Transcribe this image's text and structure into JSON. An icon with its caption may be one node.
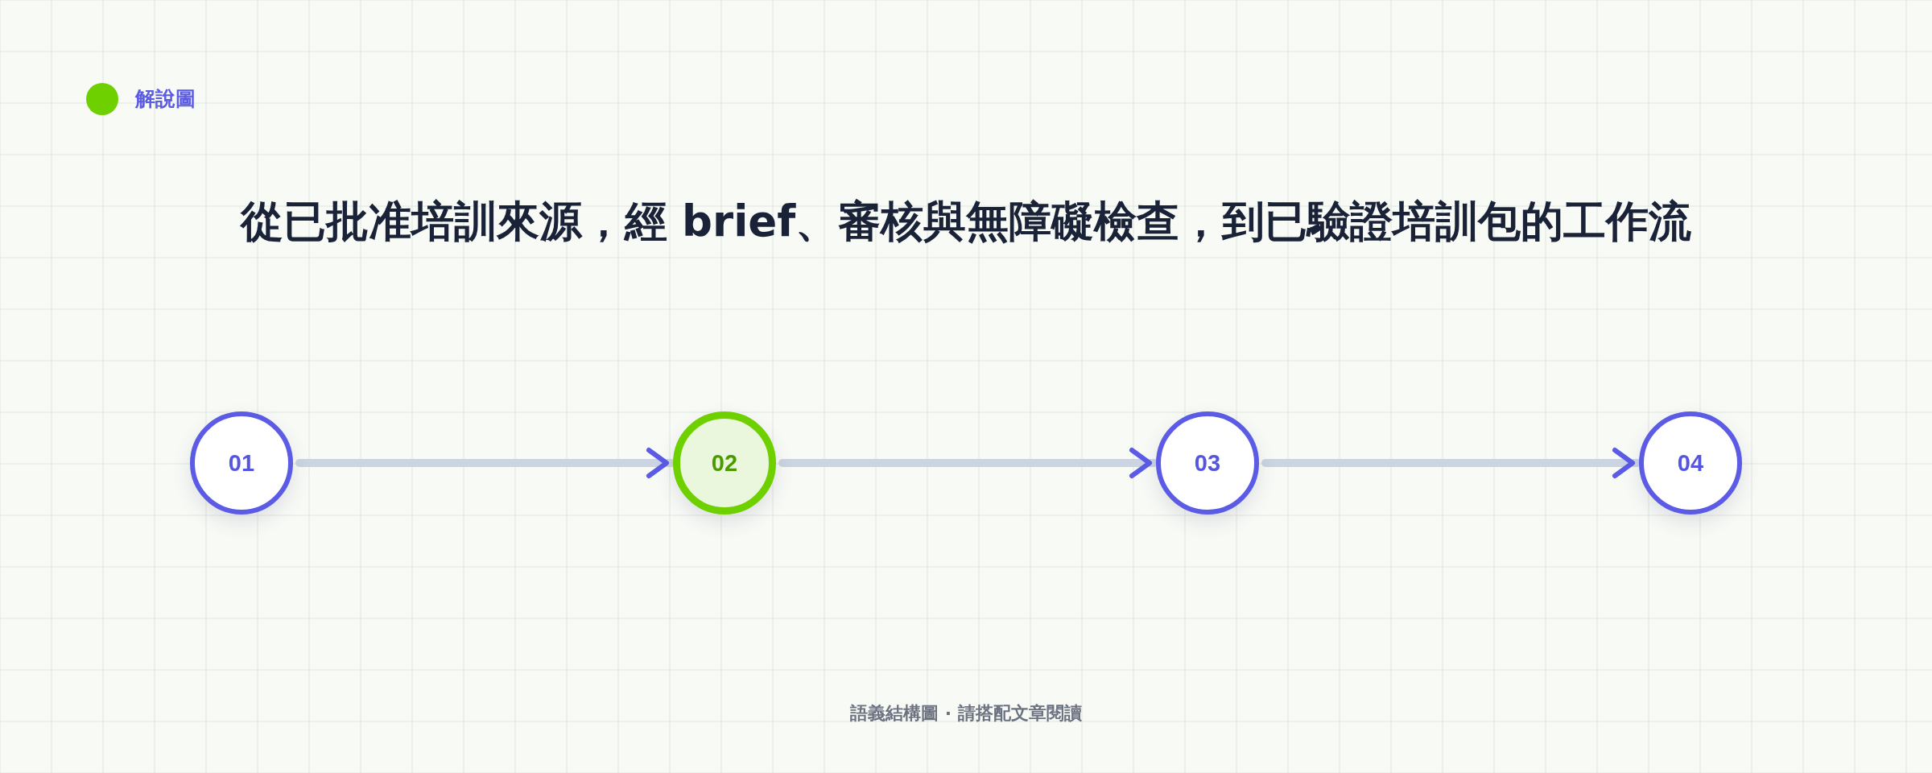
{
  "diagram": {
    "title": "從已批准培訓來源，經 brief、審核與無障礙檢查，到已驗證培訓包的工作流",
    "nodes": [
      {
        "text": [
          "01"
        ]
      },
      {
        "text": [
          "02"
        ]
      },
      {
        "text": [
          "03"
        ]
      },
      {
        "text": [
          "04"
        ]
      }
    ],
    "edges": [
      {
        "from": 0,
        "to": 1,
        "arrow": "to"
      },
      {
        "from": 1,
        "to": 2,
        "arrow": "to"
      },
      {
        "from": 2,
        "to": 3,
        "arrow": "to"
      }
    ],
    "labels": [
      "解說圖",
      "語義結構圖 · 請搭配文章閱讀"
    ]
  }
}
